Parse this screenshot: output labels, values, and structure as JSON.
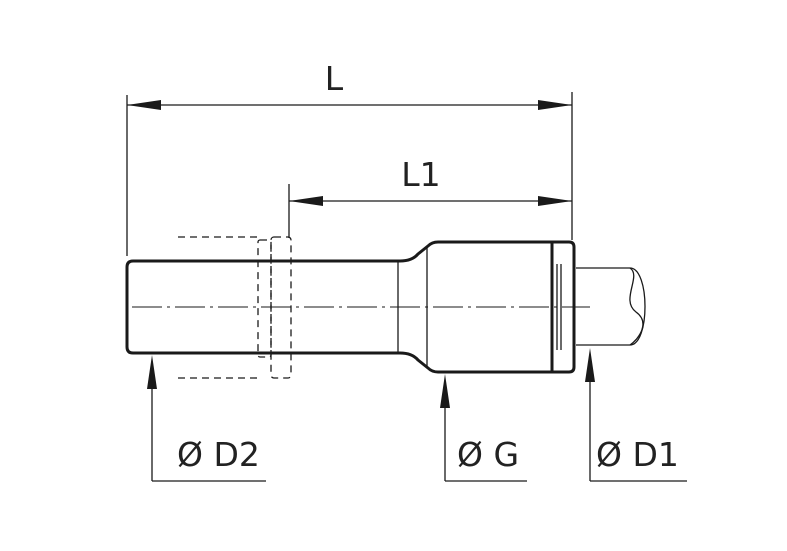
{
  "labels": {
    "L": "L",
    "L1": "L1",
    "D2": "Ø D2",
    "G": "Ø G",
    "D1": "Ø D1"
  },
  "colors": {
    "line": "#1a1a1a",
    "text": "#222222",
    "background": "#ffffff"
  }
}
